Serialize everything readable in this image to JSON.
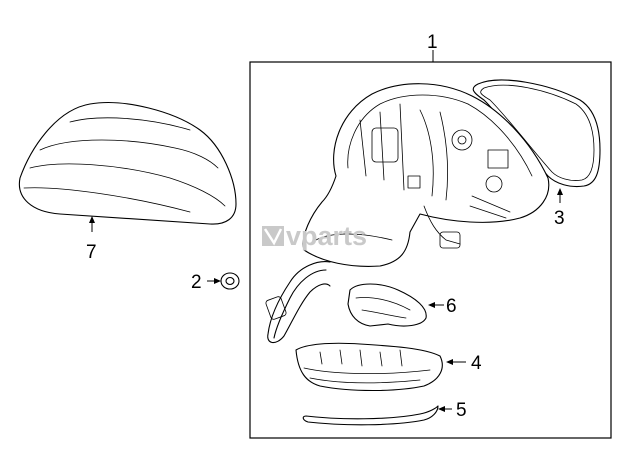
{
  "watermark": {
    "brand": "vparts",
    "logo_mark": "logo-icon"
  },
  "callouts": [
    {
      "id": "1",
      "label": "1"
    },
    {
      "id": "2",
      "label": "2"
    },
    {
      "id": "3",
      "label": "3"
    },
    {
      "id": "4",
      "label": "4"
    },
    {
      "id": "5",
      "label": "5"
    },
    {
      "id": "6",
      "label": "6"
    },
    {
      "id": "7",
      "label": "7"
    }
  ]
}
